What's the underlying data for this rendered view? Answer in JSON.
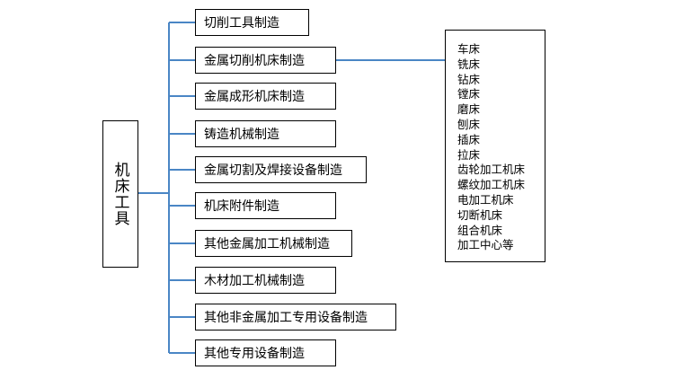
{
  "diagram": {
    "root": {
      "label": "机床工具"
    },
    "categories": [
      {
        "label": "切削工具制造"
      },
      {
        "label": "金属切削机床制造"
      },
      {
        "label": "金属成形机床制造"
      },
      {
        "label": "铸造机械制造"
      },
      {
        "label": "金属切割及焊接设备制造"
      },
      {
        "label": "机床附件制造"
      },
      {
        "label": "其他金属加工机械制造"
      },
      {
        "label": "木材加工机械制造"
      },
      {
        "label": "其他非金属加工专用设备制造"
      },
      {
        "label": "其他专用设备制造"
      }
    ],
    "expanded_category": "金属切削机床制造",
    "subcategories": [
      "车床",
      "铣床",
      "钻床",
      "镗床",
      "磨床",
      "刨床",
      "插床",
      "拉床",
      "齿轮加工机床",
      "螺纹加工机床",
      "电加工机床",
      "切断机床",
      "组合机床",
      "加工中心等"
    ],
    "colors": {
      "connector": "#4A86C5",
      "border": "#000000",
      "text": "#000000",
      "background": "#FFFFFF"
    }
  }
}
